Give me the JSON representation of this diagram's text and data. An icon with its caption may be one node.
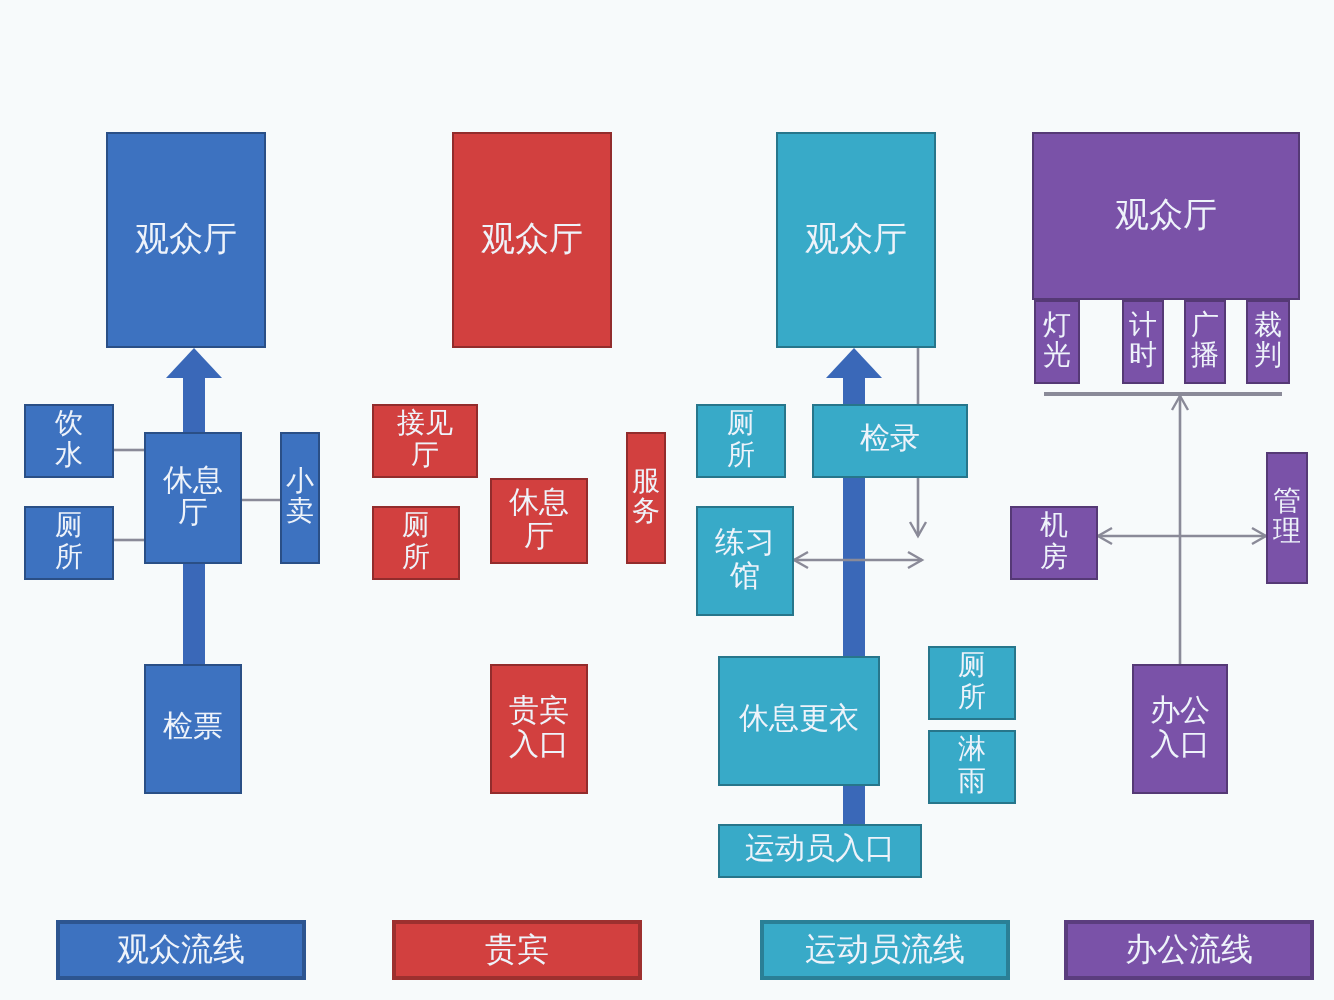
{
  "diagram": {
    "nodes": [
      {
        "text": [
          "观众厅"
        ]
      },
      {
        "text": [
          "饮水"
        ]
      },
      {
        "text": [
          "厕所"
        ]
      },
      {
        "text": [
          "休息厅"
        ]
      },
      {
        "text": [
          "小卖"
        ]
      },
      {
        "text": [
          "检票"
        ]
      },
      {
        "text": [
          "观众厅"
        ]
      },
      {
        "text": [
          "接见厅"
        ]
      },
      {
        "text": [
          "厕所"
        ]
      },
      {
        "text": [
          "休息厅"
        ]
      },
      {
        "text": [
          "服务"
        ]
      },
      {
        "text": [
          "贵宾入口"
        ]
      },
      {
        "text": [
          "观众厅"
        ]
      },
      {
        "text": [
          "厕所"
        ]
      },
      {
        "text": [
          "检录"
        ]
      },
      {
        "text": [
          "练习馆"
        ]
      },
      {
        "text": [
          "休息更衣"
        ]
      },
      {
        "text": [
          "厕所"
        ]
      },
      {
        "text": [
          "淋雨"
        ]
      },
      {
        "text": [
          "运动员入口"
        ]
      },
      {
        "text": [
          "观众厅"
        ]
      },
      {
        "text": [
          "灯光"
        ]
      },
      {
        "text": [
          "计时"
        ]
      },
      {
        "text": [
          "广播"
        ]
      },
      {
        "text": [
          "裁判"
        ]
      },
      {
        "text": [
          "机房"
        ]
      },
      {
        "text": [
          "管理"
        ]
      },
      {
        "text": [
          "办公入口"
        ]
      },
      {
        "text": [],
        "shape": "bar"
      }
    ],
    "edges": [
      {
        "from": 5,
        "to": 3,
        "arrow": "none",
        "style": "thick"
      },
      {
        "from": 3,
        "to": 0,
        "arrow": "to",
        "style": "thick"
      },
      {
        "from": 1,
        "to": 3,
        "arrow": "none"
      },
      {
        "from": 2,
        "to": 3,
        "arrow": "none"
      },
      {
        "from": 3,
        "to": 4,
        "arrow": "none"
      },
      {
        "from": 19,
        "to": 16,
        "arrow": "none",
        "style": "thick"
      },
      {
        "from": 16,
        "to": 14,
        "arrow": "none",
        "style": "thick"
      },
      {
        "from": 14,
        "to": 12,
        "arrow": "to",
        "style": "thick"
      },
      {
        "from": 12,
        "to": null,
        "arrow": "to"
      },
      {
        "from": 15,
        "to": null,
        "arrow": "both"
      },
      {
        "from": 25,
        "to": 26,
        "arrow": "both"
      },
      {
        "from": 27,
        "to": 28,
        "arrow": "to"
      }
    ],
    "legend": [
      {
        "text": "观众流线",
        "color": "#3d72c0"
      },
      {
        "text": "贵宾",
        "color": "#d2403f"
      },
      {
        "text": "运动员流线",
        "color": "#38aac8"
      },
      {
        "text": "办公流线",
        "color": "#7a52a8"
      }
    ]
  }
}
